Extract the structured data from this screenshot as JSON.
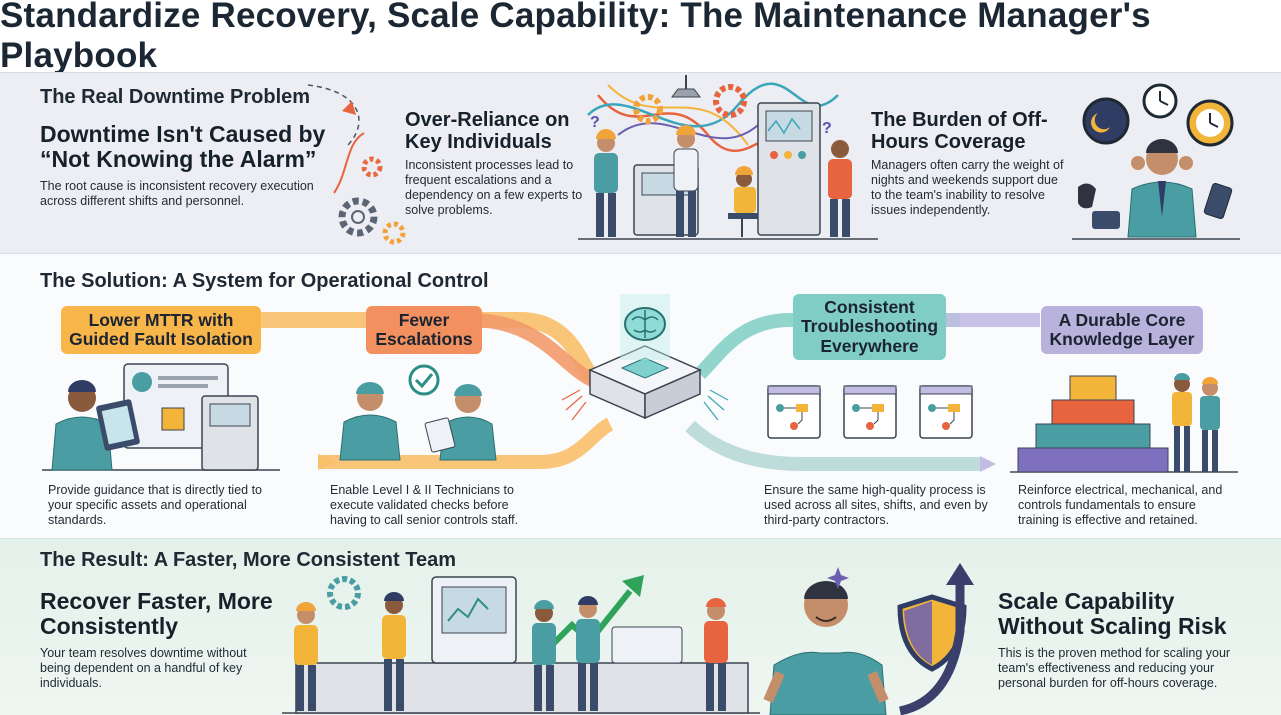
{
  "title": "Standardize Recovery, Scale Capability: The Maintenance Manager's Playbook",
  "problem": {
    "heading": "The Real Downtime Problem",
    "main_title": "Downtime Isn't Caused by “Not Knowing the Alarm”",
    "main_text": "The root cause is inconsistent recovery execution across different shifts and personnel.",
    "reliance_title": "Over-Reliance on Key Individuals",
    "reliance_text": "Inconsistent processes lead to frequent escalations and a dependency on a few experts to solve problems.",
    "burden_title": "The Burden of Off-Hours Coverage",
    "burden_text": "Managers often carry the weight of nights and weekends support due to the team's inability to resolve issues independently."
  },
  "solution": {
    "heading": "The Solution: A System for Operational Control",
    "items": [
      {
        "label": "Lower MTTR with Guided Fault Isolation",
        "text": "Provide guidance that is directly tied to your specific assets and operational standards."
      },
      {
        "label": "Fewer Escalations",
        "text": "Enable Level I & II Technicians to execute validated checks before having to call senior controls staff."
      },
      {
        "label": "Consistent Troubleshooting Everywhere",
        "text": "Ensure the same high-quality process is used across all sites, shifts, and even by third-party contractors."
      },
      {
        "label": "A Durable Core Knowledge Layer",
        "text": "Reinforce electrical, mechanical, and controls fundamentals to ensure training is effective and retained."
      }
    ]
  },
  "result": {
    "heading": "The Result: A Faster, More Consistent Team",
    "recover_title": "Recover Faster, More Consistently",
    "recover_text": "Your team resolves downtime without being dependent on a handful of key individuals.",
    "scale_title": "Scale Capability Without Scaling Risk",
    "scale_text": "This is the proven method for scaling your team's effectiveness and reducing your personal burden for off-hours coverage."
  },
  "colors": {
    "orange": "#f8b54a",
    "coral": "#f2905f",
    "teal": "#7fcdc5",
    "lavender": "#b9b2dc",
    "worker_shirt": "#4a9ea3",
    "hardhat": "#f0a43a"
  },
  "icons": [
    "gear-icon",
    "clock-icon",
    "phone-icon",
    "brain-chip-icon",
    "checkmark-icon",
    "shield-icon",
    "trend-arrow-icon",
    "pyramid-icon",
    "flowchart-icon",
    "tablet-icon"
  ]
}
